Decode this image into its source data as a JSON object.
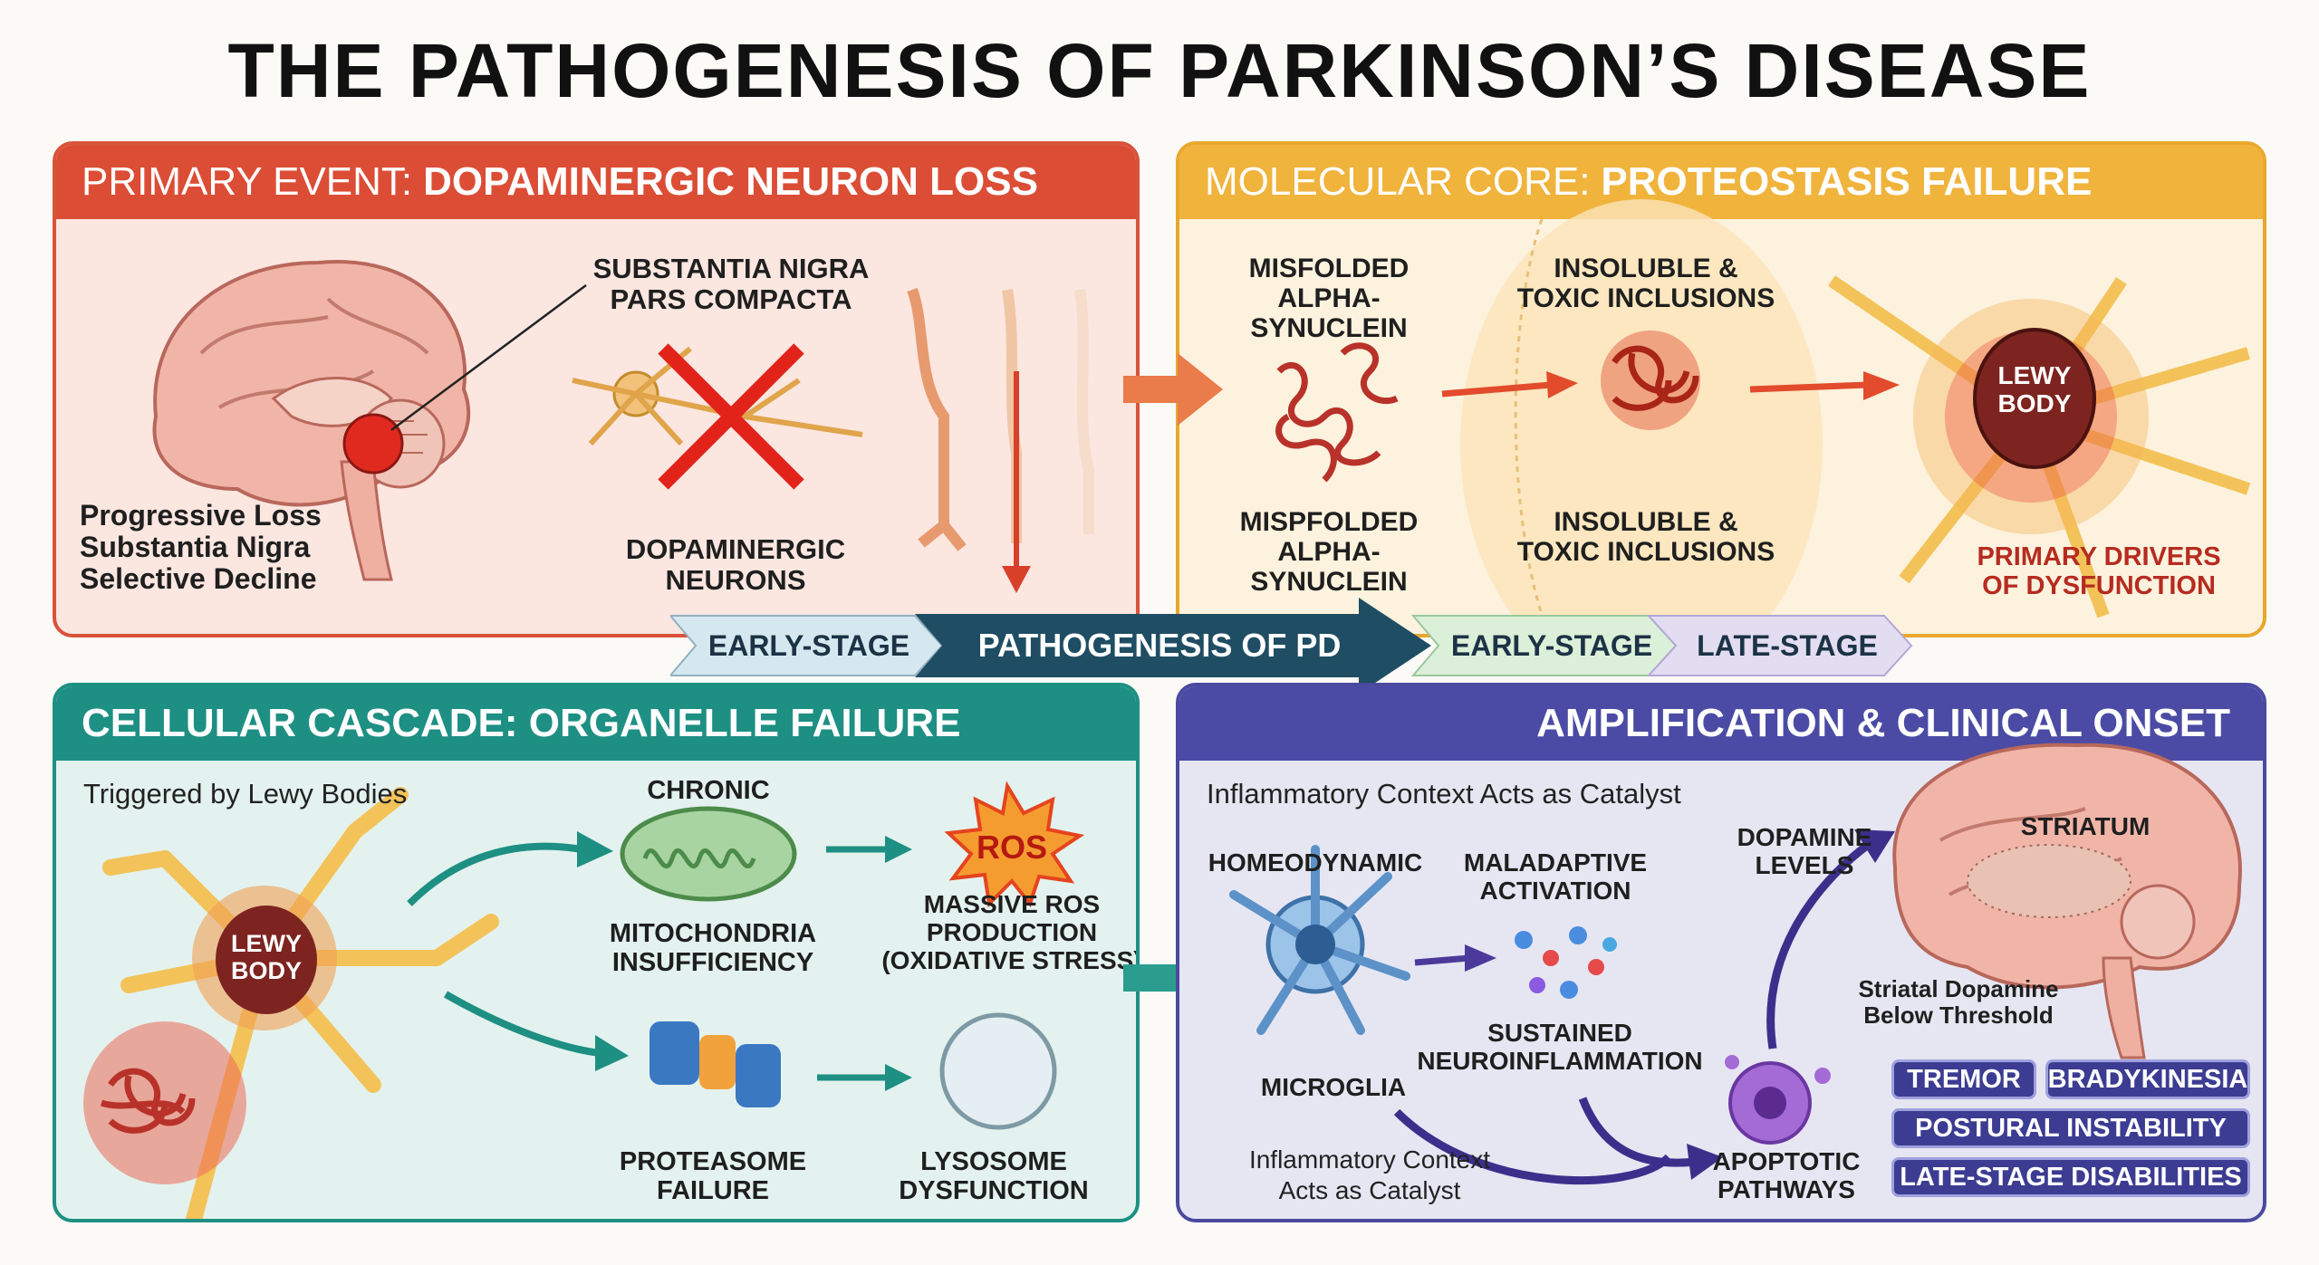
{
  "title": "THE PATHOGENESIS OF PARKINSON’S DISEASE",
  "colors": {
    "red": "#dc4d36",
    "orange": "#f0b33c",
    "teal": "#1e8f83",
    "indigo": "#4b4ba5",
    "band_dark": "#1f4d63"
  },
  "panel1": {
    "head_prefix": "PRIMARY EVENT:",
    "head_bold": "DOPAMINERGIC NEURON LOSS",
    "sn_label": "SUBSTANTIA NIGRA\nPARS COMPACTA",
    "left_text": "Progressive Loss\nSubstantia Nigra\nSelective Decline",
    "neurons_label": "DOPAMINERGIC\nNEURONS"
  },
  "panel2": {
    "head_prefix": "MOLECULAR CORE:",
    "head_bold": "PROTEOSTASIS FAILURE",
    "misfolded_top": "MISFOLDED\nALPHA-SYNUCLEIN",
    "insoluble_top": "INSOLUBLE &\nTOXIC INCLUSIONS",
    "misfolded_bottom": "MISPFOLDED\nALPHA-SYNUCLEIN",
    "insoluble_bottom": "INSOLUBLE &\nTOXIC INCLUSIONS",
    "lewy": "LEWY\nBODY",
    "drivers": "PRIMARY DRIVERS\nOF DYSFUNCTION"
  },
  "band": {
    "early1": "EARLY-STAGE",
    "center": "PATHOGENESIS OF PD",
    "early2": "EARLY-STAGE",
    "late": "LATE-STAGE"
  },
  "panel3": {
    "head": "CELLULAR CASCADE: ORGANELLE FAILURE",
    "trigger": "Triggered by Lewy Bodies",
    "lewy": "LEWY\nBODY",
    "chronic": "CHRONIC",
    "mito": "MITOCHONDRIA\nINSUFFICIENCY",
    "ros_badge": "ROS",
    "ros": "MASSIVE ROS\nPRODUCTION\n(OXIDATIVE STRESS)",
    "proteasome": "PROTEASOME\nFAILURE",
    "lysosome": "LYSOSOME\nDYSFUNCTION"
  },
  "panel4": {
    "head": "AMPLIFICATION & CLINICAL ONSET",
    "context_top": "Inflammatory Context Acts as Catalyst",
    "homeodynamic": "HOMEODYNAMIC",
    "maladaptive": "MALADAPTIVE\nACTIVATION",
    "dopamine": "DOPAMINE\nLEVELS",
    "striatum": "STRIATUM",
    "striatal": "Striatal Dopamine\nBelow Threshold",
    "sustained": "SUSTAINED\nNEUROINFLAMMATION",
    "microglia": "MICROGLIA",
    "context_bottom": "Inflammatory Context\nActs as Catalyst",
    "apoptotic": "APOPTOTIC\nPATHWAYS",
    "symptoms": [
      "TREMOR",
      "BRADYKINESIA",
      "POSTURAL INSTABILITY",
      "LATE-STAGE DISABILITIES"
    ]
  }
}
